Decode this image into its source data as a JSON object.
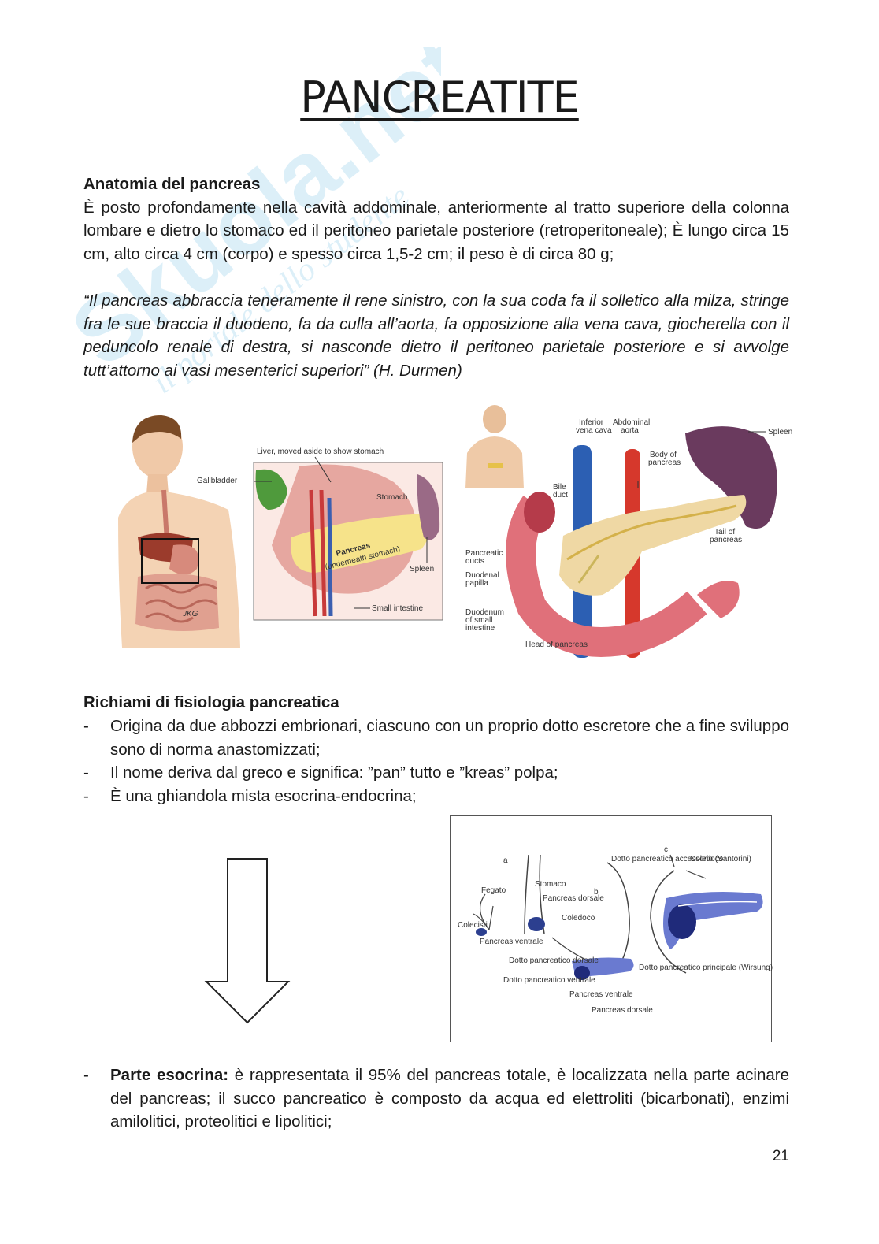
{
  "page": {
    "title": "PANCREATITE",
    "page_number": "21"
  },
  "watermark": {
    "logo_text": "Skuola.net",
    "tagline": "il portale dello studente"
  },
  "anatomy": {
    "heading": "Anatomia del pancreas",
    "paragraph": "È posto profondamente nella cavità addominale,  anteriormente al tratto superiore della colonna  lombare e dietro lo stomaco ed il peritoneo parietale posteriore (retroperitoneale); È lungo circa 15 cm, alto circa 4 cm (corpo) e spesso circa 1,5-2 cm; il peso è di circa 80 g;",
    "quote": "“Il pancreas abbraccia teneramente il rene sinistro, con la sua coda fa il solletico alla milza, stringe fra le sue braccia il duodeno, fa da culla all’aorta, fa opposizione alla vena cava, giocherella con il peduncolo renale di destra, si nasconde dietro il peritoneo parietale posteriore e si avvolge tutt’attorno ai vasi mesenterici superiori” (H. Durmen)"
  },
  "figure1": {
    "labels": {
      "liver": "Liver, moved aside to show stomach",
      "gallbladder": "Gallbladder",
      "stomach": "Stomach",
      "pancreas": "Pancreas",
      "pancreas_note": "(underneath stomach)",
      "spleen": "Spleen",
      "small_intestine": "Small intestine",
      "signature": "JKG"
    }
  },
  "figure2": {
    "labels": {
      "ivc_1": "Inferior",
      "ivc_2": "vena cava",
      "aorta_1": "Abdominal",
      "aorta_2": "aorta",
      "spleen": "Spleen",
      "body_1": "Body of",
      "body_2": "pancreas",
      "bile_1": "Bile",
      "bile_2": "duct",
      "tail_1": "Tail of",
      "tail_2": "pancreas",
      "ducts_1": "Pancreatic",
      "ducts_2": "ducts",
      "papilla_1": "Duodenal",
      "papilla_2": "papilla",
      "duodenum_1": "Duodenum",
      "duodenum_2": "of small",
      "duodenum_3": "intestine",
      "head": "Head of pancreas"
    }
  },
  "physiology": {
    "heading": "Richiami di fisiologia pancreatica",
    "items": [
      "Origina da due abbozzi embrionari, ciascuno con un proprio dotto escretore che a fine sviluppo sono di norma anastomizzati;",
      "Il nome deriva dal greco e significa: ”pan” tutto e ”kreas” polpa;",
      "È una ghiandola mista esocrina-endocrina;"
    ]
  },
  "figure3": {
    "labels": {
      "a": "a",
      "b": "b",
      "c": "c",
      "fegato": "Fegato",
      "stomaco": "Stomaco",
      "pancreas_dorsale": "Pancreas dorsale",
      "colecisti": "Colecisti",
      "pancreas_ventrale": "Pancreas ventrale",
      "coledoco": "Coledoco",
      "dotto_dorsale": "Dotto pancreatico dorsale",
      "dotto_ventrale": "Dotto pancreatico ventrale",
      "pancreas_ventrale_b": "Pancreas ventrale",
      "pancreas_dorsale_b": "Pancreas dorsale",
      "dotto_accessorio": "Dotto pancreatico accessorio (Santorini)",
      "coledoco_c": "Coledoco",
      "dotto_principale": "Dotto pancreatico principale (Wirsung)"
    }
  },
  "exocrine": {
    "label": "Parte esocrina:",
    "text": " è rappresentata il 95% del pancreas totale, è localizzata nella parte acinare del pancreas; il succo pancreatico è composto da acqua ed elettroliti (bicarbonati), enzimi amilolitici, proteolitici e lipolitici;"
  }
}
